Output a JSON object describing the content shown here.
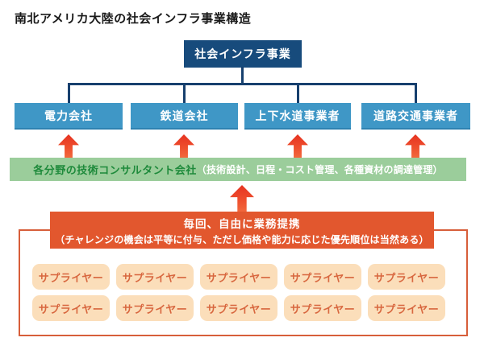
{
  "title": "南北アメリカ大陸の社会インフラ事業構造",
  "org": {
    "root": {
      "label": "社会インフラ事業"
    },
    "companies": [
      {
        "label": "電力会社"
      },
      {
        "label": "鉄道会社"
      },
      {
        "label": "上下水道事業者"
      },
      {
        "label": "道路交通事業者"
      }
    ]
  },
  "consultant_bar": {
    "label": "各分野の技術コンサルタント会社",
    "detail": "（技術設計、日程・コスト管理、各種資材の調達管理）"
  },
  "partnership_box": {
    "line1": "毎回、自由に業務提携",
    "line2": "（チャレンジの機会は平等に付与、ただし価格や能力に応じた優先順位は当然ある）"
  },
  "suppliers": {
    "label": "サプライヤー",
    "count": 10,
    "rows": 2,
    "per_row": 5
  },
  "colors": {
    "root_box": "#174b7c",
    "company_box": "#3f97c6",
    "connector_line": "#17406e",
    "arrow_red": "#ea3b26",
    "consultant_bar_bg": "#9bcd9b",
    "consultant_text_green": "#1e8a3b",
    "consultant_detail_text": "#ffffff",
    "partnership_box_bg": "#e2572e",
    "supplier_frame_border": "#d75e3a",
    "supplier_chip_bg": "#fbdeba",
    "supplier_chip_text": "#d8673f"
  }
}
